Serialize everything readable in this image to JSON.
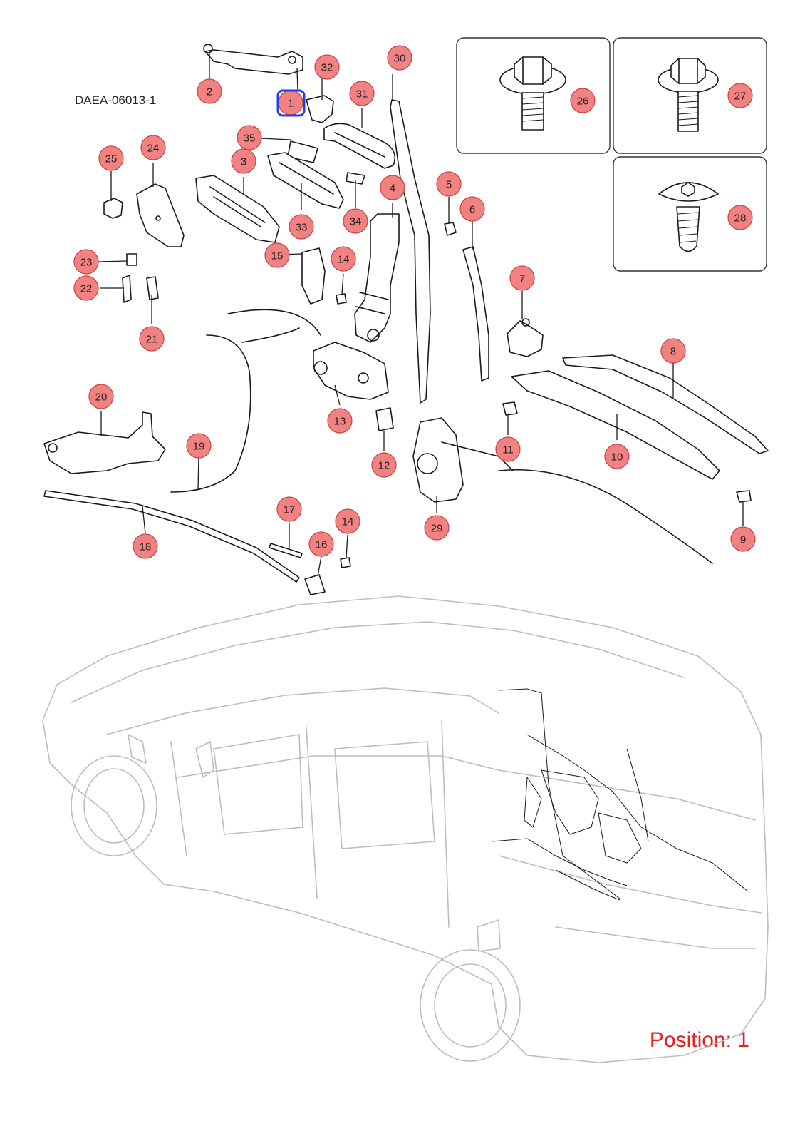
{
  "diagram_code": "DAEA-06013-1",
  "position_label": "Position: 1",
  "selected_callout": "1",
  "colors": {
    "callout_fill": "#f27b7b",
    "highlight": "#1f3fe8",
    "position_text": "#e8201f",
    "car_outline": "#bdbdbd"
  },
  "callouts": [
    {
      "id": "c1",
      "label": "1"
    },
    {
      "id": "c2",
      "label": "2"
    },
    {
      "id": "c3",
      "label": "3"
    },
    {
      "id": "c4",
      "label": "4"
    },
    {
      "id": "c5",
      "label": "5"
    },
    {
      "id": "c6",
      "label": "6"
    },
    {
      "id": "c7",
      "label": "7"
    },
    {
      "id": "c8",
      "label": "8"
    },
    {
      "id": "c9",
      "label": "9"
    },
    {
      "id": "c10",
      "label": "10"
    },
    {
      "id": "c11",
      "label": "11"
    },
    {
      "id": "c12",
      "label": "12"
    },
    {
      "id": "c13",
      "label": "13"
    },
    {
      "id": "c14a",
      "label": "14"
    },
    {
      "id": "c14b",
      "label": "14"
    },
    {
      "id": "c15",
      "label": "15"
    },
    {
      "id": "c16",
      "label": "16"
    },
    {
      "id": "c17",
      "label": "17"
    },
    {
      "id": "c18",
      "label": "18"
    },
    {
      "id": "c19",
      "label": "19"
    },
    {
      "id": "c20",
      "label": "20"
    },
    {
      "id": "c21",
      "label": "21"
    },
    {
      "id": "c22",
      "label": "22"
    },
    {
      "id": "c23",
      "label": "23"
    },
    {
      "id": "c24",
      "label": "24"
    },
    {
      "id": "c25",
      "label": "25"
    },
    {
      "id": "c26",
      "label": "26"
    },
    {
      "id": "c27",
      "label": "27"
    },
    {
      "id": "c28",
      "label": "28"
    },
    {
      "id": "c29",
      "label": "29"
    },
    {
      "id": "c30",
      "label": "30"
    },
    {
      "id": "c31",
      "label": "31"
    },
    {
      "id": "c32",
      "label": "32"
    },
    {
      "id": "c33",
      "label": "33"
    },
    {
      "id": "c34",
      "label": "34"
    },
    {
      "id": "c35",
      "label": "35"
    }
  ]
}
